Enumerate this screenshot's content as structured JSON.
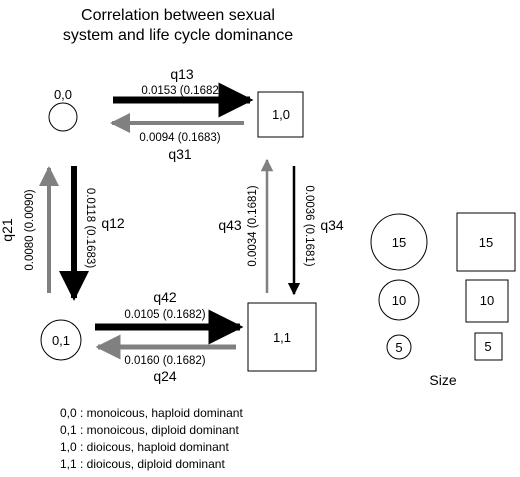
{
  "title": {
    "line1": "Correlation between sexual",
    "line2": "system and life cycle dominance"
  },
  "states": {
    "s00": "0,0",
    "s01": "0,1",
    "s10": "1,0",
    "s11": "1,1"
  },
  "transitions": [
    {
      "id": "q13",
      "label": "q13",
      "rate": "0.0153 (0.1682)",
      "color": "#000000"
    },
    {
      "id": "q31",
      "label": "q31",
      "rate": "0.0094 (0.1683)",
      "color": "#808080"
    },
    {
      "id": "q12",
      "label": "q12",
      "rate": "0.0118 (0.1683)",
      "color": "#000000"
    },
    {
      "id": "q21",
      "label": "q21",
      "rate": "0.0080 (0.0090)",
      "color": "#808080"
    },
    {
      "id": "q34",
      "label": "q34",
      "rate": "0.0036 (0.1681)",
      "color": "#000000"
    },
    {
      "id": "q43",
      "label": "q43",
      "rate": "0.0034 (0.1681)",
      "color": "#808080"
    },
    {
      "id": "q24",
      "label": "q24",
      "rate": "0.0160 (0.1682)",
      "color": "#000000"
    },
    {
      "id": "q42",
      "label": "q42",
      "rate": "0.0105 (0.1682)",
      "color": "#808080"
    }
  ],
  "size_legend": {
    "values": [
      "15",
      "10",
      "5"
    ],
    "caption": "Size"
  },
  "state_key": [
    "0,0 : monoicous, haploid dominant",
    "0,1 : monoicous, diploid dominant",
    "1,0 : dioicous, haploid dominant",
    "1,1 : dioicous, diploid dominant"
  ]
}
